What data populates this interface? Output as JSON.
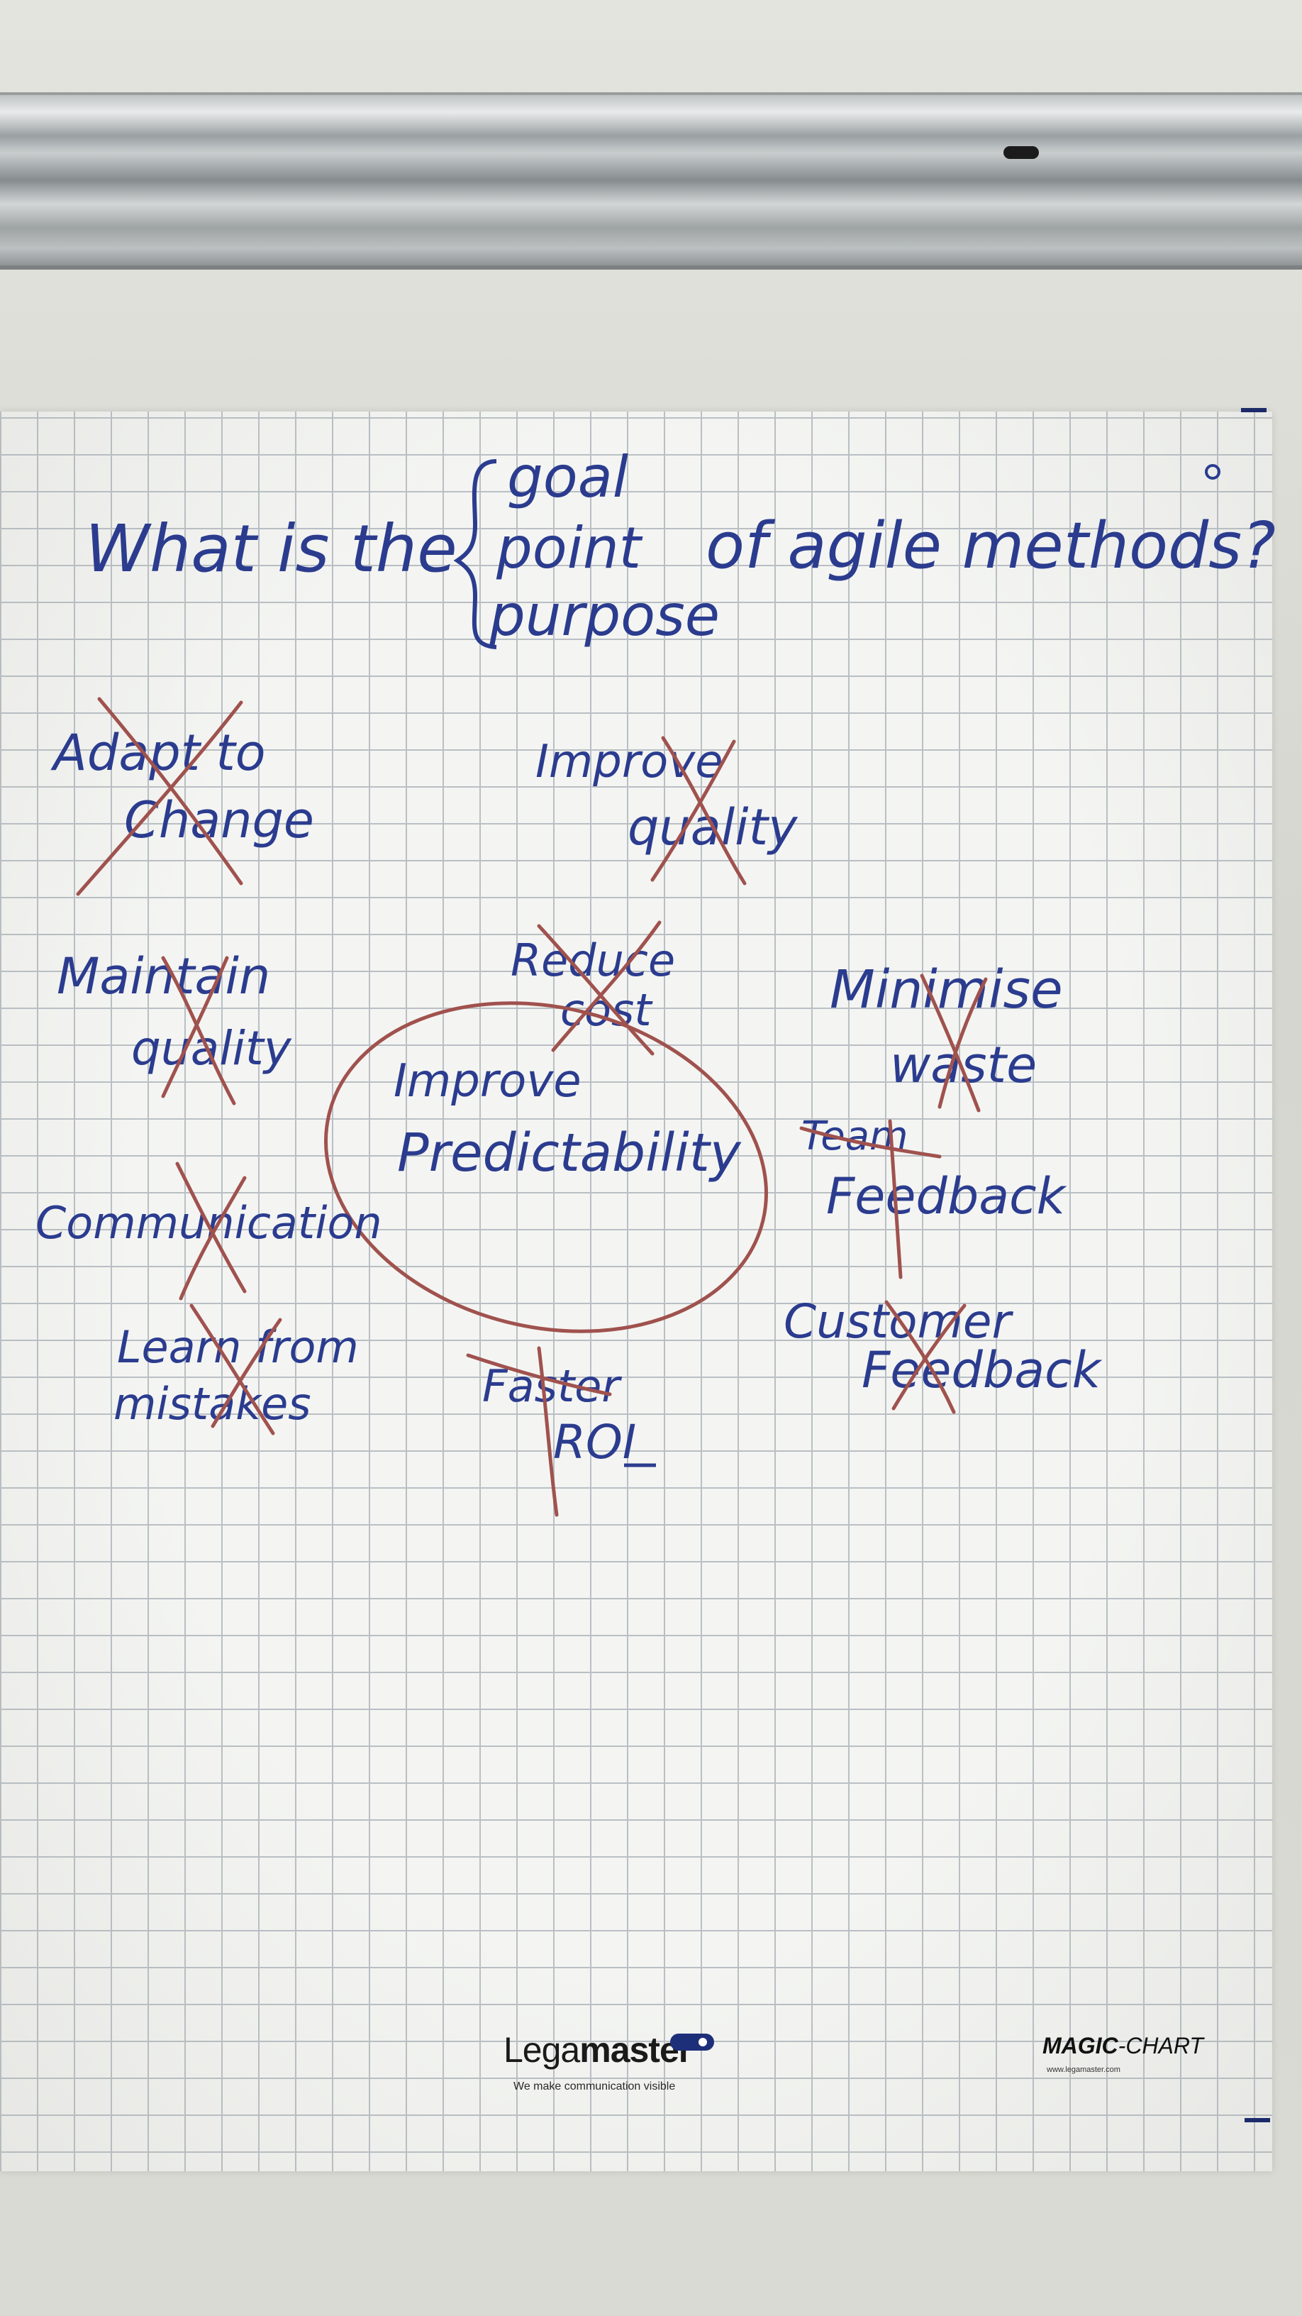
{
  "photo": {
    "subject": "flipchart"
  },
  "heading": {
    "prefix": "What is the",
    "options": [
      "goal",
      "point",
      "purpose"
    ],
    "suffix": "of agile methods?"
  },
  "notes": [
    {
      "id": "adapt",
      "lines": [
        "Adapt to",
        "Change"
      ],
      "crossed": true
    },
    {
      "id": "improve-quality",
      "lines": [
        "Improve",
        "quality"
      ],
      "crossed": true
    },
    {
      "id": "maintain-quality",
      "lines": [
        "Maintain",
        "quality"
      ],
      "crossed": true
    },
    {
      "id": "reduce-cost",
      "lines": [
        "Reduce",
        "cost"
      ],
      "crossed": true
    },
    {
      "id": "minimise-waste",
      "lines": [
        "Minimise",
        "waste"
      ],
      "crossed": true
    },
    {
      "id": "predictability",
      "lines": [
        "Improve",
        "Predictability"
      ],
      "crossed": false,
      "circled": true
    },
    {
      "id": "team-feedback",
      "lines": [
        "Team",
        "Feedback"
      ],
      "crossed": true
    },
    {
      "id": "communication",
      "lines": [
        "Communication"
      ],
      "crossed": true
    },
    {
      "id": "customer-feedback",
      "lines": [
        "Customer",
        "Feedback"
      ],
      "crossed": true
    },
    {
      "id": "learn",
      "lines": [
        "Learn from",
        "mistakes"
      ],
      "crossed": true
    },
    {
      "id": "faster-roi",
      "lines": [
        "Faster",
        "ROI"
      ],
      "crossed": true
    }
  ],
  "brand": {
    "name_light": "Lega",
    "name_bold": "master",
    "tagline": "We make communication visible"
  },
  "magic_chart": {
    "name_bold": "MAGIC",
    "name_rest": "-CHART",
    "url": "www.legamaster.com"
  },
  "colors": {
    "ink_blue": "#2b3c8f",
    "cross_red": "#a0524e",
    "grid": "#b9bfc4",
    "paper": "#f4f5f2"
  }
}
